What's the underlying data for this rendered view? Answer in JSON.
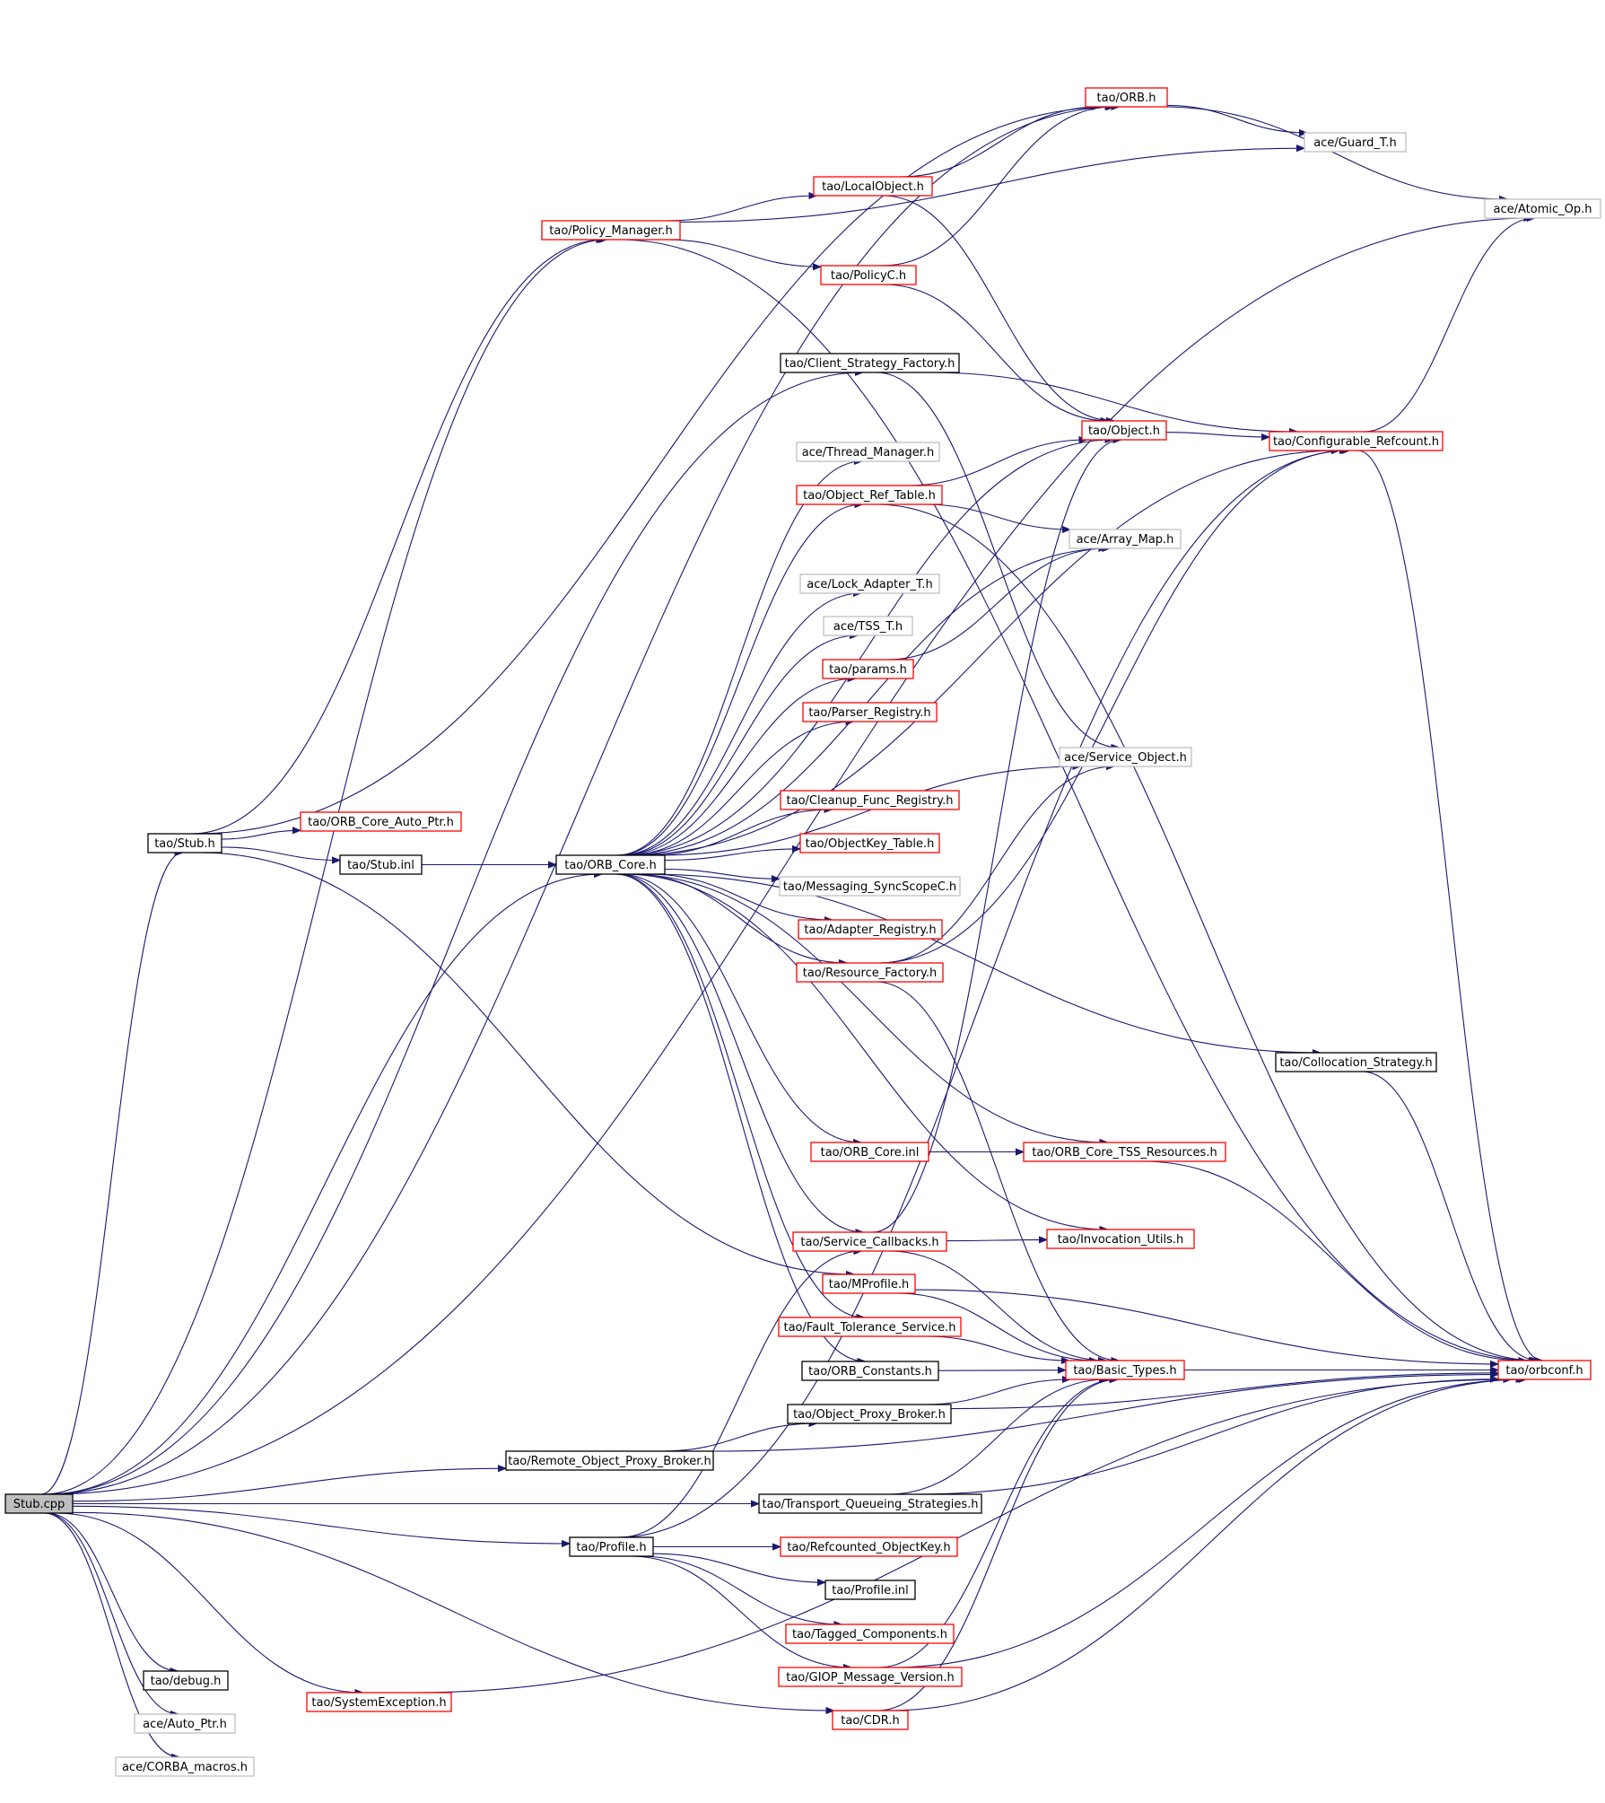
{
  "nodes": [
    {
      "id": "stub_cpp",
      "label": "Stub.cpp",
      "style": "root"
    },
    {
      "id": "tao_orb_h",
      "label": "tao/ORB.h",
      "style": "red"
    },
    {
      "id": "ace_guard_t_h",
      "label": "ace/Guard_T.h",
      "style": "gray"
    },
    {
      "id": "tao_localobject_h",
      "label": "tao/LocalObject.h",
      "style": "red"
    },
    {
      "id": "ace_atomic_op_h",
      "label": "ace/Atomic_Op.h",
      "style": "gray"
    },
    {
      "id": "tao_policy_manager_h",
      "label": "tao/Policy_Manager.h",
      "style": "red"
    },
    {
      "id": "tao_policyc_h",
      "label": "tao/PolicyC.h",
      "style": "red"
    },
    {
      "id": "tao_client_strategy_factory_h",
      "label": "tao/Client_Strategy_Factory.h",
      "style": "black"
    },
    {
      "id": "tao_object_h",
      "label": "tao/Object.h",
      "style": "red"
    },
    {
      "id": "tao_configurable_refcount_h",
      "label": "tao/Configurable_Refcount.h",
      "style": "red"
    },
    {
      "id": "ace_thread_manager_h",
      "label": "ace/Thread_Manager.h",
      "style": "gray"
    },
    {
      "id": "tao_object_ref_table_h",
      "label": "tao/Object_Ref_Table.h",
      "style": "red"
    },
    {
      "id": "ace_array_map_h",
      "label": "ace/Array_Map.h",
      "style": "gray"
    },
    {
      "id": "ace_lock_adapter_t_h",
      "label": "ace/Lock_Adapter_T.h",
      "style": "gray"
    },
    {
      "id": "ace_tss_t_h",
      "label": "ace/TSS_T.h",
      "style": "gray"
    },
    {
      "id": "tao_params_h",
      "label": "tao/params.h",
      "style": "red"
    },
    {
      "id": "tao_parser_registry_h",
      "label": "tao/Parser_Registry.h",
      "style": "red"
    },
    {
      "id": "ace_service_object_h",
      "label": "ace/Service_Object.h",
      "style": "gray"
    },
    {
      "id": "tao_cleanup_func_registry_h",
      "label": "tao/Cleanup_Func_Registry.h",
      "style": "red"
    },
    {
      "id": "tao_stub_h",
      "label": "tao/Stub.h",
      "style": "black"
    },
    {
      "id": "tao_orb_core_auto_ptr_h",
      "label": "tao/ORB_Core_Auto_Ptr.h",
      "style": "red"
    },
    {
      "id": "tao_stub_inl",
      "label": "tao/Stub.inl",
      "style": "black"
    },
    {
      "id": "tao_orb_core_h",
      "label": "tao/ORB_Core.h",
      "style": "black"
    },
    {
      "id": "tao_objectkey_table_h",
      "label": "tao/ObjectKey_Table.h",
      "style": "red"
    },
    {
      "id": "tao_messaging_syncscopec_h",
      "label": "tao/Messaging_SyncScopeC.h",
      "style": "gray"
    },
    {
      "id": "tao_adapter_registry_h",
      "label": "tao/Adapter_Registry.h",
      "style": "red"
    },
    {
      "id": "tao_resource_factory_h",
      "label": "tao/Resource_Factory.h",
      "style": "red"
    },
    {
      "id": "tao_collocation_strategy_h",
      "label": "tao/Collocation_Strategy.h",
      "style": "black"
    },
    {
      "id": "tao_orb_core_inl",
      "label": "tao/ORB_Core.inl",
      "style": "red"
    },
    {
      "id": "tao_orb_core_tss_resources_h",
      "label": "tao/ORB_Core_TSS_Resources.h",
      "style": "red"
    },
    {
      "id": "tao_invocation_utils_h",
      "label": "tao/Invocation_Utils.h",
      "style": "red"
    },
    {
      "id": "tao_service_callbacks_h",
      "label": "tao/Service_Callbacks.h",
      "style": "red"
    },
    {
      "id": "tao_mprofile_h",
      "label": "tao/MProfile.h",
      "style": "red"
    },
    {
      "id": "tao_fault_tolerance_service_h",
      "label": "tao/Fault_Tolerance_Service.h",
      "style": "red"
    },
    {
      "id": "tao_orb_constants_h",
      "label": "tao/ORB_Constants.h",
      "style": "black"
    },
    {
      "id": "tao_basic_types_h",
      "label": "tao/Basic_Types.h",
      "style": "red"
    },
    {
      "id": "tao_orbconf_h",
      "label": "tao/orbconf.h",
      "style": "red"
    },
    {
      "id": "tao_object_proxy_broker_h",
      "label": "tao/Object_Proxy_Broker.h",
      "style": "black"
    },
    {
      "id": "tao_remote_object_proxy_broker_h",
      "label": "tao/Remote_Object_Proxy_Broker.h",
      "style": "black"
    },
    {
      "id": "tao_transport_queueing_strategies_h",
      "label": "tao/Transport_Queueing_Strategies.h",
      "style": "black"
    },
    {
      "id": "tao_profile_h",
      "label": "tao/Profile.h",
      "style": "black"
    },
    {
      "id": "tao_refcounted_objectkey_h",
      "label": "tao/Refcounted_ObjectKey.h",
      "style": "red"
    },
    {
      "id": "tao_profile_inl",
      "label": "tao/Profile.inl",
      "style": "black"
    },
    {
      "id": "tao_tagged_components_h",
      "label": "tao/Tagged_Components.h",
      "style": "red"
    },
    {
      "id": "tao_giop_message_version_h",
      "label": "tao/GIOP_Message_Version.h",
      "style": "red"
    },
    {
      "id": "tao_debug_h",
      "label": "tao/debug.h",
      "style": "black"
    },
    {
      "id": "tao_systemexception_h",
      "label": "tao/SystemException.h",
      "style": "red"
    },
    {
      "id": "tao_cdr_h",
      "label": "tao/CDR.h",
      "style": "red"
    },
    {
      "id": "ace_auto_ptr_h",
      "label": "ace/Auto_Ptr.h",
      "style": "gray"
    },
    {
      "id": "ace_corba_macros_h",
      "label": "ace/CORBA_macros.h",
      "style": "gray"
    }
  ],
  "edges": [
    [
      "stub_cpp",
      "tao_orb_h"
    ],
    [
      "stub_cpp",
      "tao_policy_manager_h"
    ],
    [
      "stub_cpp",
      "ace_atomic_op_h"
    ],
    [
      "stub_cpp",
      "tao_client_strategy_factory_h"
    ],
    [
      "stub_cpp",
      "tao_stub_h"
    ],
    [
      "stub_cpp",
      "tao_orb_core_h"
    ],
    [
      "stub_cpp",
      "tao_remote_object_proxy_broker_h"
    ],
    [
      "stub_cpp",
      "tao_transport_queueing_strategies_h"
    ],
    [
      "stub_cpp",
      "tao_profile_h"
    ],
    [
      "stub_cpp",
      "tao_debug_h"
    ],
    [
      "stub_cpp",
      "tao_systemexception_h"
    ],
    [
      "stub_cpp",
      "tao_cdr_h"
    ],
    [
      "stub_cpp",
      "ace_auto_ptr_h"
    ],
    [
      "stub_cpp",
      "ace_corba_macros_h"
    ],
    [
      "tao_orb_h",
      "ace_guard_t_h"
    ],
    [
      "tao_orb_h",
      "ace_atomic_op_h"
    ],
    [
      "tao_localobject_h",
      "tao_orb_h"
    ],
    [
      "tao_localobject_h",
      "tao_object_h"
    ],
    [
      "tao_policy_manager_h",
      "ace_guard_t_h"
    ],
    [
      "tao_policy_manager_h",
      "tao_localobject_h"
    ],
    [
      "tao_policy_manager_h",
      "tao_policyc_h"
    ],
    [
      "tao_policy_manager_h",
      "tao_orbconf_h"
    ],
    [
      "tao_policyc_h",
      "tao_orb_h"
    ],
    [
      "tao_policyc_h",
      "tao_object_h"
    ],
    [
      "tao_client_strategy_factory_h",
      "tao_configurable_refcount_h"
    ],
    [
      "tao_client_strategy_factory_h",
      "ace_service_object_h"
    ],
    [
      "tao_object_h",
      "tao_configurable_refcount_h"
    ],
    [
      "tao_configurable_refcount_h",
      "ace_atomic_op_h"
    ],
    [
      "tao_configurable_refcount_h",
      "tao_orbconf_h"
    ],
    [
      "tao_object_ref_table_h",
      "tao_object_h"
    ],
    [
      "tao_object_ref_table_h",
      "ace_array_map_h"
    ],
    [
      "tao_object_ref_table_h",
      "tao_orbconf_h"
    ],
    [
      "tao_params_h",
      "ace_array_map_h"
    ],
    [
      "tao_stub_h",
      "tao_orb_h"
    ],
    [
      "tao_stub_h",
      "tao_orb_core_auto_ptr_h"
    ],
    [
      "tao_stub_h",
      "tao_stub_inl"
    ],
    [
      "tao_stub_h",
      "tao_mprofile_h"
    ],
    [
      "tao_stub_h",
      "tao_policy_manager_h"
    ],
    [
      "tao_stub_inl",
      "tao_orb_core_h"
    ],
    [
      "tao_orb_core_h",
      "tao_object_h"
    ],
    [
      "tao_orb_core_h",
      "ace_thread_manager_h"
    ],
    [
      "tao_orb_core_h",
      "tao_object_ref_table_h"
    ],
    [
      "tao_orb_core_h",
      "ace_array_map_h"
    ],
    [
      "tao_orb_core_h",
      "ace_lock_adapter_t_h"
    ],
    [
      "tao_orb_core_h",
      "ace_tss_t_h"
    ],
    [
      "tao_orb_core_h",
      "tao_params_h"
    ],
    [
      "tao_orb_core_h",
      "tao_parser_registry_h"
    ],
    [
      "tao_orb_core_h",
      "ace_service_object_h"
    ],
    [
      "tao_orb_core_h",
      "tao_cleanup_func_registry_h"
    ],
    [
      "tao_orb_core_h",
      "tao_objectkey_table_h"
    ],
    [
      "tao_orb_core_h",
      "tao_messaging_syncscopec_h"
    ],
    [
      "tao_orb_core_h",
      "tao_adapter_registry_h"
    ],
    [
      "tao_orb_core_h",
      "tao_resource_factory_h"
    ],
    [
      "tao_orb_core_h",
      "tao_collocation_strategy_h"
    ],
    [
      "tao_orb_core_h",
      "tao_orb_core_inl"
    ],
    [
      "tao_orb_core_h",
      "tao_orb_core_tss_resources_h"
    ],
    [
      "tao_orb_core_h",
      "tao_invocation_utils_h"
    ],
    [
      "tao_orb_core_h",
      "tao_service_callbacks_h"
    ],
    [
      "tao_orb_core_h",
      "tao_fault_tolerance_service_h"
    ],
    [
      "tao_orb_core_h",
      "tao_orb_constants_h"
    ],
    [
      "tao_orb_core_h",
      "tao_configurable_refcount_h"
    ],
    [
      "tao_resource_factory_h",
      "ace_service_object_h"
    ],
    [
      "tao_resource_factory_h",
      "tao_configurable_refcount_h"
    ],
    [
      "tao_resource_factory_h",
      "tao_basic_types_h"
    ],
    [
      "tao_collocation_strategy_h",
      "tao_orbconf_h"
    ],
    [
      "tao_orb_core_inl",
      "tao_orb_core_tss_resources_h"
    ],
    [
      "tao_orb_core_tss_resources_h",
      "tao_orbconf_h"
    ],
    [
      "tao_service_callbacks_h",
      "tao_invocation_utils_h"
    ],
    [
      "tao_service_callbacks_h",
      "tao_basic_types_h"
    ],
    [
      "tao_service_callbacks_h",
      "tao_object_h"
    ],
    [
      "tao_mprofile_h",
      "tao_basic_types_h"
    ],
    [
      "tao_mprofile_h",
      "tao_orbconf_h"
    ],
    [
      "tao_fault_tolerance_service_h",
      "tao_basic_types_h"
    ],
    [
      "tao_orb_constants_h",
      "tao_basic_types_h"
    ],
    [
      "tao_basic_types_h",
      "tao_orbconf_h"
    ],
    [
      "tao_object_proxy_broker_h",
      "tao_basic_types_h"
    ],
    [
      "tao_object_proxy_broker_h",
      "tao_orbconf_h"
    ],
    [
      "tao_remote_object_proxy_broker_h",
      "tao_object_proxy_broker_h"
    ],
    [
      "tao_remote_object_proxy_broker_h",
      "tao_orbconf_h"
    ],
    [
      "tao_transport_queueing_strategies_h",
      "tao_basic_types_h"
    ],
    [
      "tao_transport_queueing_strategies_h",
      "tao_orbconf_h"
    ],
    [
      "tao_profile_h",
      "tao_refcounted_objectkey_h"
    ],
    [
      "tao_profile_h",
      "tao_profile_inl"
    ],
    [
      "tao_profile_h",
      "tao_tagged_components_h"
    ],
    [
      "tao_profile_h",
      "tao_giop_message_version_h"
    ],
    [
      "tao_profile_h",
      "tao_service_callbacks_h"
    ],
    [
      "tao_profile_h",
      "tao_configurable_refcount_h"
    ],
    [
      "tao_giop_message_version_h",
      "tao_basic_types_h"
    ],
    [
      "tao_giop_message_version_h",
      "tao_orbconf_h"
    ],
    [
      "tao_systemexception_h",
      "tao_orbconf_h"
    ],
    [
      "tao_cdr_h",
      "tao_basic_types_h"
    ],
    [
      "tao_cdr_h",
      "tao_orbconf_h"
    ]
  ]
}
